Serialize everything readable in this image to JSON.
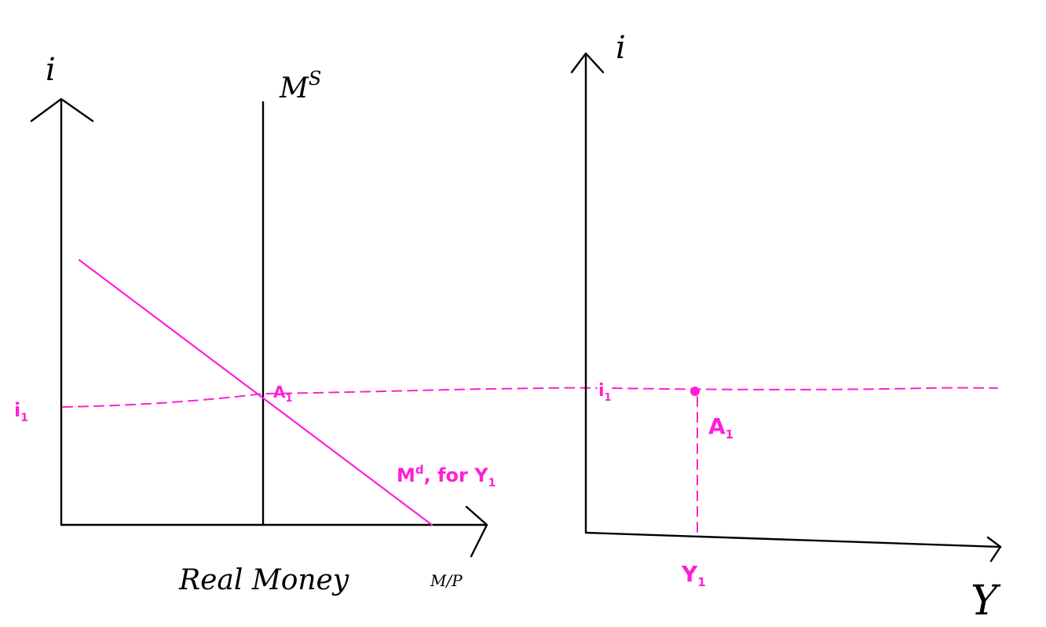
{
  "colors": {
    "ink": "#000000",
    "accent": "#ff1fd6"
  },
  "left_diagram": {
    "y_axis_label": "i",
    "x_axis_label": "M/P",
    "x_caption": "Real Money",
    "supply_label": "M",
    "supply_superscript": "S",
    "rate_label": "i",
    "rate_subscript": "1",
    "point_label": "A",
    "point_subscript": "1",
    "demand_label": "M",
    "demand_superscript": "d",
    "demand_suffix": ", for Y",
    "demand_suffix_subscript": "1"
  },
  "right_diagram": {
    "y_axis_label": "i",
    "x_axis_label": "Y",
    "rate_label": "i",
    "rate_subscript": "1",
    "point_label": "A",
    "point_subscript": "1",
    "output_label": "Y",
    "output_subscript": "1"
  }
}
